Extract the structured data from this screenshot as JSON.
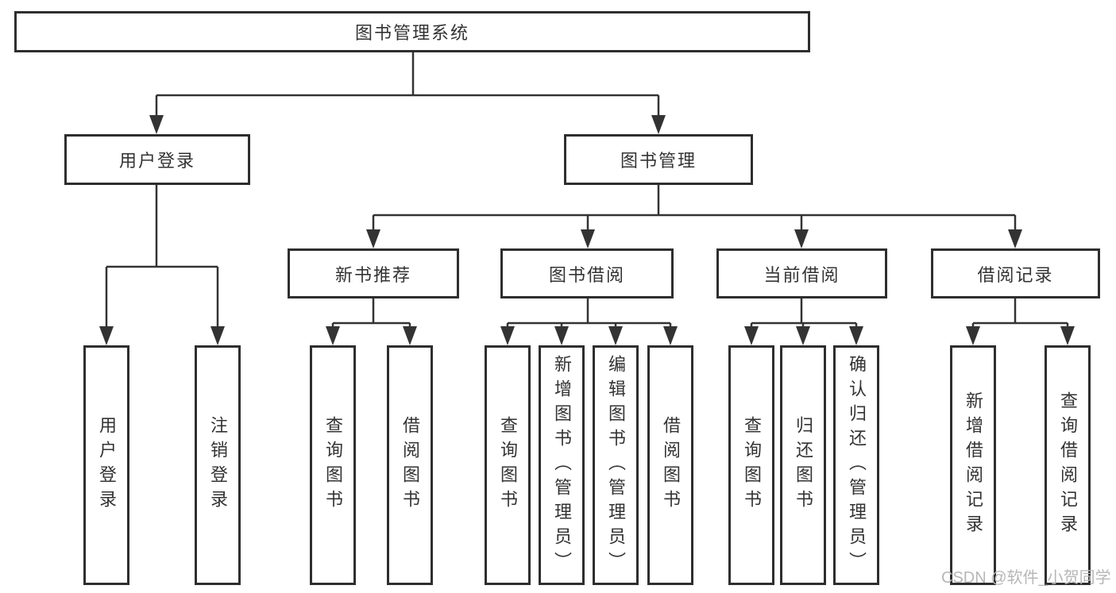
{
  "diagram": {
    "tree": {
      "label": "图书管理系统",
      "children": [
        {
          "label": "用户登录",
          "children": [
            {
              "label": "用户登录"
            },
            {
              "label": "注销登录"
            }
          ]
        },
        {
          "label": "图书管理",
          "children": [
            {
              "label": "新书推荐",
              "children": [
                {
                  "label": "查询图书"
                },
                {
                  "label": "借阅图书"
                }
              ]
            },
            {
              "label": "图书借阅",
              "children": [
                {
                  "label": "查询图书"
                },
                {
                  "label": "新增图书（管理员）"
                },
                {
                  "label": "编辑图书（管理员）"
                },
                {
                  "label": "借阅图书"
                }
              ]
            },
            {
              "label": "当前借阅",
              "children": [
                {
                  "label": "查询图书"
                },
                {
                  "label": "归还图书"
                },
                {
                  "label": "确认归还（管理员）"
                }
              ]
            },
            {
              "label": "借阅记录",
              "children": [
                {
                  "label": "新增借阅记录"
                },
                {
                  "label": "查询借阅记录"
                }
              ]
            }
          ]
        }
      ]
    },
    "colors": {
      "line": "#333333",
      "box_border": "#2e2e2e",
      "box_fill": "#ffffff",
      "text": "#333333",
      "watermark": "#b7b7b7",
      "background": "#ffffff"
    }
  },
  "watermark": {
    "text": "CSDN @软件_小贺同学"
  }
}
